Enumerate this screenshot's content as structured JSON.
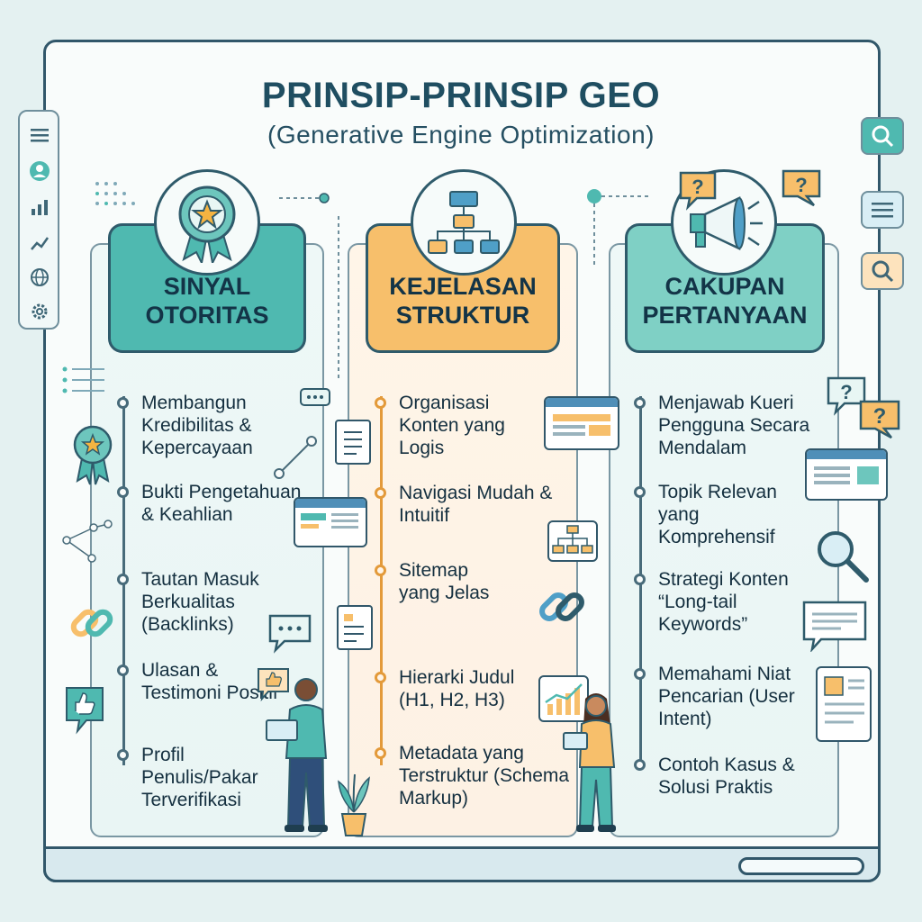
{
  "title": "PRINSIP-PRINSIP GEO",
  "subtitle": "(Generative Engine Optimization)",
  "columns": [
    {
      "header_line1": "SINYAL",
      "header_line2": "OTORITAS",
      "accent": "#4fb9b0",
      "items": [
        "Membangun Kredibilitas & Kepercayaan",
        "Bukti Pengetahuan & Keahlian",
        "Tautan Masuk Berkualitas (Backlinks)",
        "Ulasan & Testimoni Positif",
        "Profil Penulis/Pakar Terverifikasi"
      ]
    },
    {
      "header_line1": "KEJELASAN",
      "header_line2": "STRUKTUR",
      "accent": "#f7bf6b",
      "items": [
        "Organisasi Konten yang Logis",
        "Navigasi Mudah & Intuitif",
        "Sitemap yang Jelas",
        "Hierarki Judul (H1, H2, H3)",
        "Metadata yang Terstruktur (Schema Markup)"
      ]
    },
    {
      "header_line1": "CAKUPAN",
      "header_line2": "PERTANYAAN",
      "accent": "#7fd0c5",
      "items": [
        "Menjawab Kueri Pengguna Secara Mendalam",
        "Topik Relevan yang Komprehensif",
        "Strategi Konten “Long-tail Keywords”",
        "Memahami Niat Pencarian (User Intent)",
        "Contoh Kasus & Solusi Praktis"
      ]
    }
  ]
}
